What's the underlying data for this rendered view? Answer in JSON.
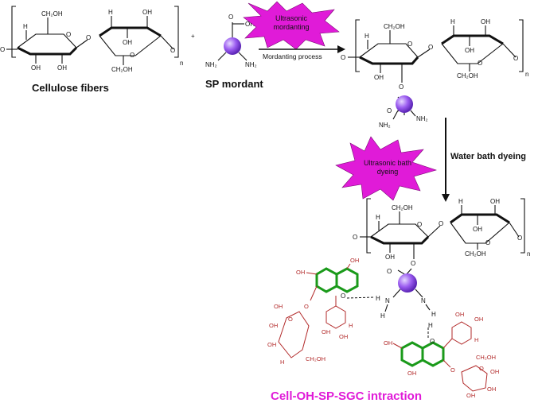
{
  "labels": {
    "cellulose": "Cellulose fibers",
    "sp_mordant": "SP mordant",
    "mordanting_process": "Mordanting process",
    "water_bath_dyeing": "Water bath dyeing",
    "interaction_title": "Cell-OH-SP-SGC intraction"
  },
  "bursts": {
    "ultrasonic_mordanting_line1": "Ultrasonic",
    "ultrasonic_mordanting_line2": "mordanting",
    "ultrasonic_bath_line1": "Ultrasonic bath",
    "ultrasonic_bath_line2": "dyeing"
  },
  "chem": {
    "oh": "OH",
    "o": "O",
    "h": "H",
    "ch2oh": "CH₂OH",
    "nh2": "NH₂",
    "n": "N",
    "n_sub": "n",
    "plus": "+",
    "cooh_oh": "OH"
  },
  "colors": {
    "magenta": "#e01bd8",
    "sphere": "#9b5cf0",
    "dye_red": "#b22a2a",
    "dye_green": "#1a9a1a",
    "title": "#e01bd8"
  }
}
